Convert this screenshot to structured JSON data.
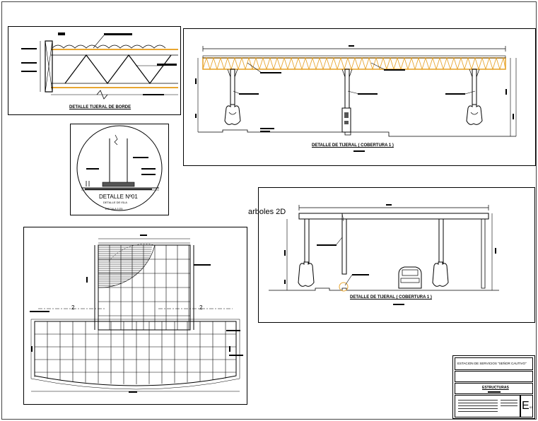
{
  "drawings": {
    "detail_edge_truss": {
      "caption": "DETALLE TIJERAL DE BORDE"
    },
    "detail_01": {
      "caption": "DETALLE Nº01",
      "subcaption": "DETALLE DE ISLA",
      "scale": "ESCALA 1/25"
    },
    "truss_cover_top": {
      "caption": "DETALLE DE TIJERAL ( COBERTURA 1 )"
    },
    "truss_cover_bottom": {
      "caption": "DETALLE DE TIJERAL ( COBERTURA 1 )"
    },
    "floating_text": "arboles 2D",
    "plan": {
      "section_marker_left": "2",
      "section_marker_right": "2"
    }
  },
  "title_block": {
    "project": "ESTACION DE SERVICIOS \"SEÑOR CAUTIVO\"",
    "sheet_title": "ESTRUCTURAS",
    "sheet_code": "E",
    "sheet_number": "02"
  },
  "colors": {
    "truss_orange": "#e8a630",
    "line": "#000000",
    "highlight_circle": "#e8a630"
  }
}
